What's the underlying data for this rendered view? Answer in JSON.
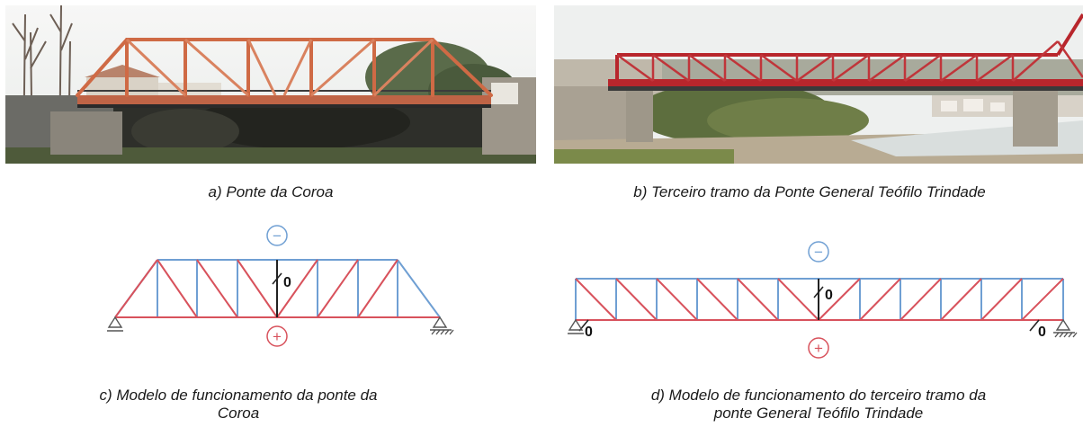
{
  "figures": {
    "a": {
      "caption": "a) Ponte da Coroa"
    },
    "b": {
      "caption": "b) Terceiro tramo da Ponte General Teófilo Trindade"
    },
    "c": {
      "caption": "c) Modelo de funcionamento da ponte da\nCoroa",
      "compression_sign": "−",
      "tension_sign": "+",
      "zero_label": "0"
    },
    "d": {
      "caption": "d) Modelo de funcionamento do terceiro tramo da\nponte General Teófilo Trindade",
      "compression_sign": "−",
      "tension_sign": "+",
      "zero_label": "0"
    }
  },
  "colors": {
    "compression_member": "#6f9fd3",
    "tension_member": "#d8525c",
    "zero_member": "#222222",
    "bridge_a_steel": "#cf6a45",
    "bridge_b_steel": "#b8262c"
  }
}
